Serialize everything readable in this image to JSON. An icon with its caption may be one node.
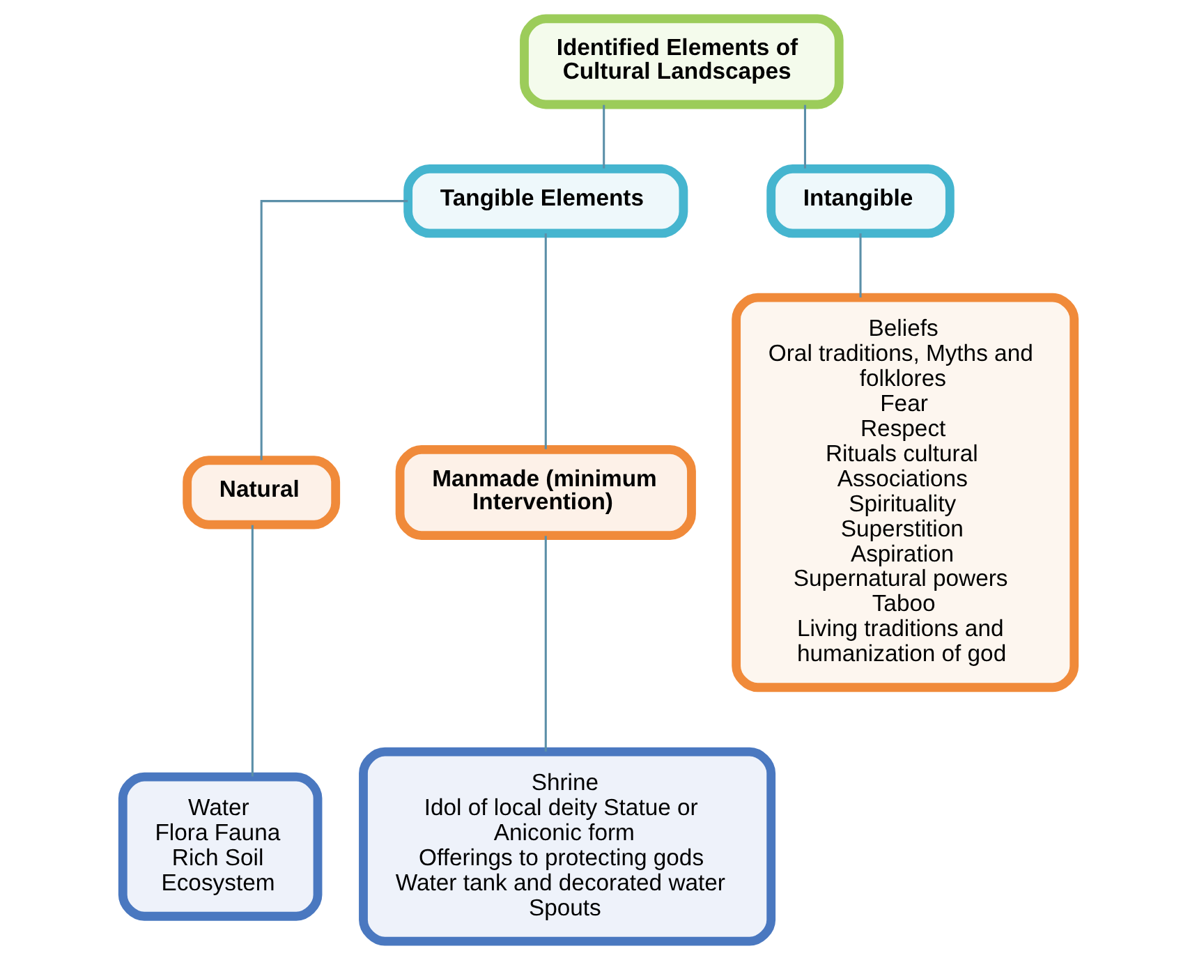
{
  "diagram": {
    "nodes": [
      {
        "text": [
          "Identified Elements of Cultural Landscapes"
        ]
      },
      {
        "text": [
          "Tangible Elements"
        ]
      },
      {
        "text": [
          "Intangible"
        ]
      },
      {
        "text": [
          "Natural"
        ]
      },
      {
        "text": [
          "Manmade (minimum Intervention)"
        ]
      },
      {
        "text": [
          "Water",
          "Flora Fauna",
          "Rich Soil",
          "Ecosystem"
        ]
      },
      {
        "text": [
          "Shrine",
          "Idol of local deity Statue or Aniconic form",
          "Offerings to protecting gods",
          "Water tank and decorated water Spouts"
        ]
      },
      {
        "text": [
          "Beliefs",
          "Oral traditions, Myths and folklores",
          "Fear",
          "Respect",
          "Rituals cultural Associations",
          "Spirituality",
          "Superstition",
          "Aspiration",
          "Supernatural powers",
          "Taboo",
          "Living traditions and humanization of god"
        ]
      }
    ],
    "edges": [
      {
        "from": 0,
        "to": 1,
        "arrow": "none"
      },
      {
        "from": 0,
        "to": 2,
        "arrow": "none"
      },
      {
        "from": 1,
        "to": 3,
        "arrow": "none"
      },
      {
        "from": 1,
        "to": 4,
        "arrow": "none"
      },
      {
        "from": 3,
        "to": 5,
        "arrow": "none"
      },
      {
        "from": 4,
        "to": 6,
        "arrow": "none"
      },
      {
        "from": 2,
        "to": 7,
        "arrow": "none"
      }
    ]
  }
}
